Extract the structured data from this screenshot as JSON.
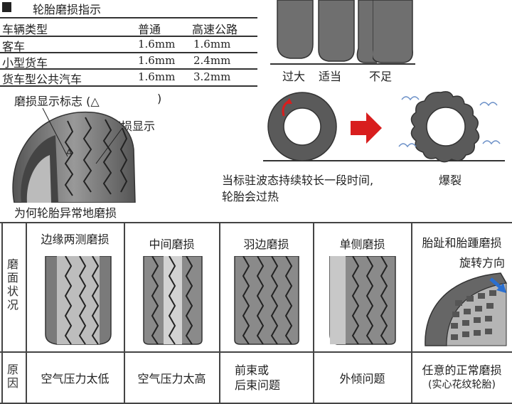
{
  "wear_table": {
    "title": "轮胎磨损指示",
    "headers": {
      "vehicle": "车辆类型",
      "normal": "普通",
      "highway": "高速公路"
    },
    "rows": [
      {
        "vehicle": "客车",
        "normal": "1.6mm",
        "highway": "1.6mm"
      },
      {
        "vehicle": "小型货车",
        "normal": "1.6mm",
        "highway": "2.4mm"
      },
      {
        "vehicle": "货车型公共汽车",
        "normal": "1.6mm",
        "highway": "3.2mm"
      }
    ]
  },
  "indicator": {
    "mark_label": "磨损显示标志 (△",
    "close_paren": ")",
    "wear_show": "磨损显示",
    "caption": "为何轮胎异常地磨损"
  },
  "pressure": {
    "labels": [
      "过大",
      "适当",
      "不足"
    ]
  },
  "standing_wave": {
    "caption_line1": "当标驻波态持续较长一段时间,",
    "caption_line2": "轮胎会过热",
    "burst": "爆裂"
  },
  "wear_patterns": {
    "row_label_state": "磨面状况",
    "row_label_cause": "原因",
    "columns": [
      {
        "name": "边缘两测磨损",
        "cause": [
          "空气压力太低"
        ]
      },
      {
        "name": "中间磨损",
        "cause": [
          "空气压力太高"
        ]
      },
      {
        "name": "羽边磨损",
        "cause": [
          "前束或",
          "后束问题"
        ]
      },
      {
        "name": "单侧磨损",
        "cause": [
          "外倾问题"
        ]
      },
      {
        "name": "胎趾和胎踵磨损",
        "cause": [
          "任意的正常磨损",
          "(实心花纹轮胎)"
        ]
      }
    ],
    "rotation_label": "旋转方向"
  },
  "colors": {
    "arrow_red": "#d81e1e",
    "rotation_blue": "#2a6fd0",
    "tire_dark": "#3a3a3a",
    "tire_mid": "#8a8a8a"
  }
}
